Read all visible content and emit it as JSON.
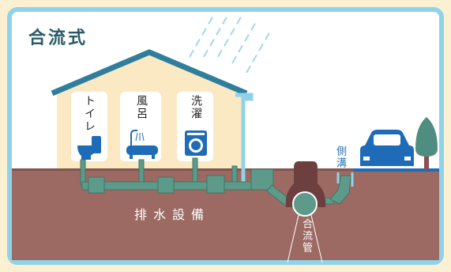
{
  "title": "合流式",
  "rooms": [
    {
      "label": "トイレ",
      "icon": "toilet-icon"
    },
    {
      "label": "風呂",
      "icon": "bathtub-icon"
    },
    {
      "label": "洗濯",
      "icon": "washing-machine-icon"
    }
  ],
  "drainage_label": "排水設備",
  "combined_pipe_label": "合流管",
  "side_ditch_label": "側溝",
  "colors": {
    "frame": "#8fd3ea",
    "sky": "#ffffff",
    "ground": "#9c6a63",
    "house_wall": "#fbe9c4",
    "roof": "#2f7e9c",
    "pipe": "#5e9a8a",
    "car": "#1e6bb8",
    "tree": "#4f8d80",
    "rain": "#9fd8ea",
    "manhole": "#6e3f3f"
  }
}
